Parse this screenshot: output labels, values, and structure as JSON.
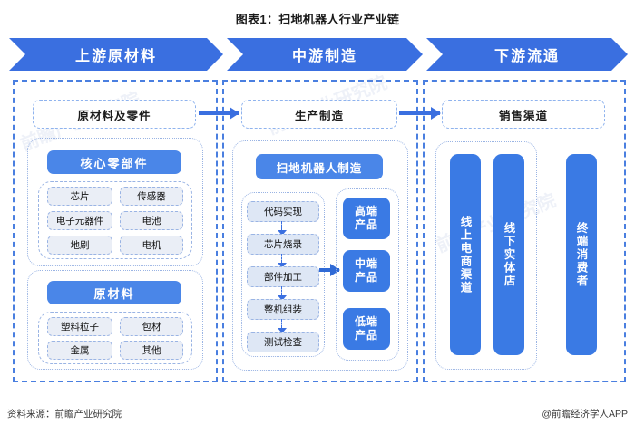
{
  "title": "图表1：扫地机器人行业产业链",
  "banners": [
    {
      "label": "上游原材料"
    },
    {
      "label": "中游制造"
    },
    {
      "label": "下游流通"
    }
  ],
  "top_labels": [
    {
      "label": "原材料及零件"
    },
    {
      "label": "生产制造"
    },
    {
      "label": "销售渠道"
    }
  ],
  "upstream": {
    "core_header": "核心零部件",
    "core_items": [
      "芯片",
      "传感器",
      "电子元器件",
      "电池",
      "地刷",
      "电机"
    ],
    "raw_header": "原材料",
    "raw_items": [
      "塑料粒子",
      "包材",
      "金属",
      "其他"
    ]
  },
  "midstream": {
    "header": "扫地机器人制造",
    "process": [
      "代码实现",
      "芯片烧录",
      "部件加工",
      "整机组装",
      "测试检查"
    ],
    "tiers": [
      {
        "line1": "高端",
        "line2": "产品"
      },
      {
        "line1": "中端",
        "line2": "产品"
      },
      {
        "line1": "低端",
        "line2": "产品"
      }
    ]
  },
  "downstream": {
    "channels": [
      "线上电商渠道",
      "线下实体店"
    ],
    "consumer": "终端消费者"
  },
  "footer": {
    "source": "资料来源：前瞻产业研究院",
    "credit": "@前瞻经济学人APP"
  },
  "watermarks": [
    "前瞻产业研究院",
    "前瞻产业研究院",
    "前瞻产业研究院"
  ],
  "colors": {
    "banner_blue": "#3a6fe0",
    "box_blue": "#4a86e8",
    "tier_blue": "#3a7ae4",
    "chip_grey": "#eaeef6",
    "dash_blue": "#4a7fe0"
  }
}
